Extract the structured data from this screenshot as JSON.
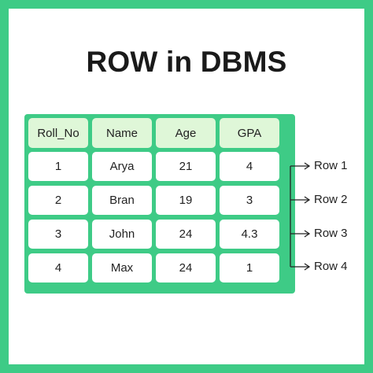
{
  "title": "ROW in DBMS",
  "table": {
    "headers": [
      "Roll_No",
      "Name",
      "Age",
      "GPA"
    ],
    "rows": [
      [
        "1",
        "Arya",
        "21",
        "4"
      ],
      [
        "2",
        "Bran",
        "19",
        "3"
      ],
      [
        "3",
        "John",
        "24",
        "4.3"
      ],
      [
        "4",
        "Max",
        "24",
        "1"
      ]
    ]
  },
  "row_labels": [
    "Row 1",
    "Row 2",
    "Row 3",
    "Row 4"
  ],
  "colors": {
    "accent": "#3ecb86",
    "header_fill": "#dff7d8",
    "cell_fill": "#ffffff",
    "text": "#222222"
  }
}
